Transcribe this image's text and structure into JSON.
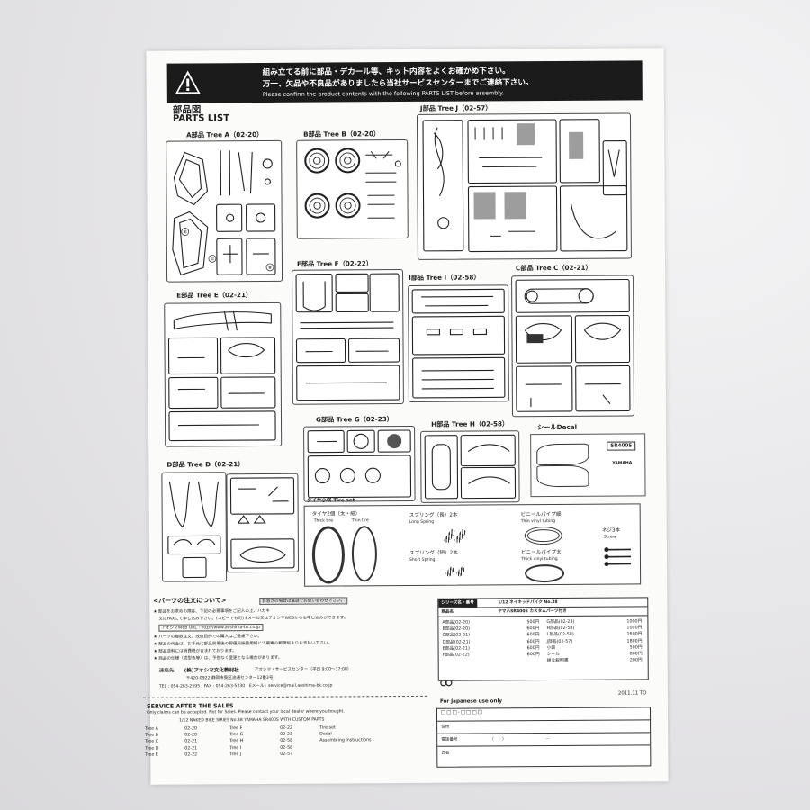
{
  "banner": {
    "line1": "組み立てる前に部品・デカール等、キット内容をよくお確かめ下さい。",
    "line2": "万一、欠品や不良品がありましたら当社サービスセンターまでご連絡下さい。",
    "line3": "Please confirm the product contents with the following PARTS LIST before assembly."
  },
  "heading": {
    "jp": "部品図",
    "en": "PARTS LIST"
  },
  "trees": {
    "a": "A部品 Tree A（02-20）",
    "b": "B部品 Tree B（02-20）",
    "j": "J部品 Tree J（02-57）",
    "e": "E部品 Tree E（02-21）",
    "f": "F部品 Tree F（02-22）",
    "i": "I部品 Tree I（02-58）",
    "c": "C部品 Tree C（02-21）",
    "g": "G部品 Tree G（02-23）",
    "h": "H部品 Tree H（02-58）",
    "decal": "シールDecal",
    "d": "D部品 Tree D（02-21）"
  },
  "decal_sheet": {
    "logo": "SR400S",
    "brand": "YAMAHA"
  },
  "tire_set": {
    "title": "タイヤ小袋 Tire set",
    "tires_jp": "タイヤ2個（太・細）",
    "thick_tire": "Thick tire",
    "thin_tire": "Thin tire",
    "long_spring_jp": "スプリング（長）2本",
    "long_spring_en": "Long Spring",
    "short_spring_jp": "スプリング（短）2本",
    "short_spring_en": "Short Spring",
    "thin_tube_jp": "ビニールパイプ細",
    "thin_tube_en": "Thin vinyl tubing",
    "thick_tube_jp": "ビニールパイプ太",
    "thick_tube_en": "Thick vinyl tubing",
    "screw_jp": "ネジ3本",
    "screw_en": "Screw"
  },
  "order": {
    "title": "<パーツの注文について>",
    "note": "お急ぎの場合は電話でお問い合わせ下さい。",
    "lines": [
      "★ 部品をお求めの際は、下記の必要事項をご記入の上、ハガキ",
      "又はFAXにて申し込み下さい。(コピーでも可) Eメール又はアオシマWEBからも申し込みができます。",
      "アオシマWEB URL : http://www.aoshima-bk.co.jp",
      "★ パーツの複数注文、改造目的での購入はご遠慮下さい。",
      "★ 部品の代金は、お手元に部品到着後の郵便局振替用紙にて最寄の郵便局よりお支払い下さい。",
      "★ 部品送料には消費税が含まれております。",
      "★ 商品の仕様（成型色等）は、予告なく変更となる場合があります。"
    ],
    "contact_label": "連絡先",
    "company": "(株)アオシマ文化教材社",
    "service": "アオシマ・サービスセンター（平日 9:00～17:00）",
    "address": "〒420-0922 静岡市葵区流通センター12番3号",
    "tel": "TEL : 054-263-2595　FAX : 054-263-5230　Eメール : service@mail.aoshima-bk.co.jp"
  },
  "price": {
    "series_label": "シリーズ名・番号",
    "series_value": "1/12 ネイキッドバイク No.38",
    "product_label": "商品名",
    "product_value": "ヤマハSR400S カスタムパーツ付き",
    "left": [
      [
        "A部品(02-20)",
        "500円"
      ],
      [
        "B部品(02-20)",
        "600円"
      ],
      [
        "C部品(02-21)",
        "600円"
      ],
      [
        "D部品(02-21)",
        "600円"
      ],
      [
        "E部品(02-21)",
        "600円"
      ],
      [
        "F部品(02-22)",
        "600円"
      ]
    ],
    "right": [
      [
        "G部品(02-23)",
        "1000円"
      ],
      [
        "H部品(02-58)",
        "1000円"
      ],
      [
        "I 部品(02-58)",
        "1600円"
      ],
      [
        "J部品(02-57)",
        "1800円"
      ],
      [
        "小袋",
        "500円"
      ],
      [
        "シール",
        "800円"
      ],
      [
        "組立説明書",
        "200円"
      ]
    ]
  },
  "date_code": "2011.11 TO",
  "service": {
    "title": "SERVICE AFTER THE SALES",
    "line1": "Only claims can be accepted. Not for Sales. Please contact your local dealer where you bought.",
    "subtitle": "1/12 NAKED BIKE SIRIES No.38 YAMAHA SR400S WITH CUSTOM PARTS",
    "rows": [
      [
        "Tree A",
        "02-20",
        "Tree F",
        "02-22",
        "Tire set"
      ],
      [
        "Tree B",
        "02-20",
        "Tree G",
        "02-23",
        "Decal"
      ],
      [
        "Tree C",
        "02-21",
        "Tree H",
        "02-58",
        "Assembling instructions"
      ],
      [
        "Tree D",
        "02-21",
        "Tree I",
        "02-58",
        ""
      ],
      [
        "Tree E",
        "02-22",
        "Tree J",
        "02-57",
        ""
      ]
    ]
  },
  "japan": {
    "title": "For Japanese use only",
    "postal": "□□□-□□□□",
    "address": "住所",
    "phone": "電話番号",
    "phone_mid": "（　　）",
    "phone_dash": "－",
    "name": "氏名"
  }
}
